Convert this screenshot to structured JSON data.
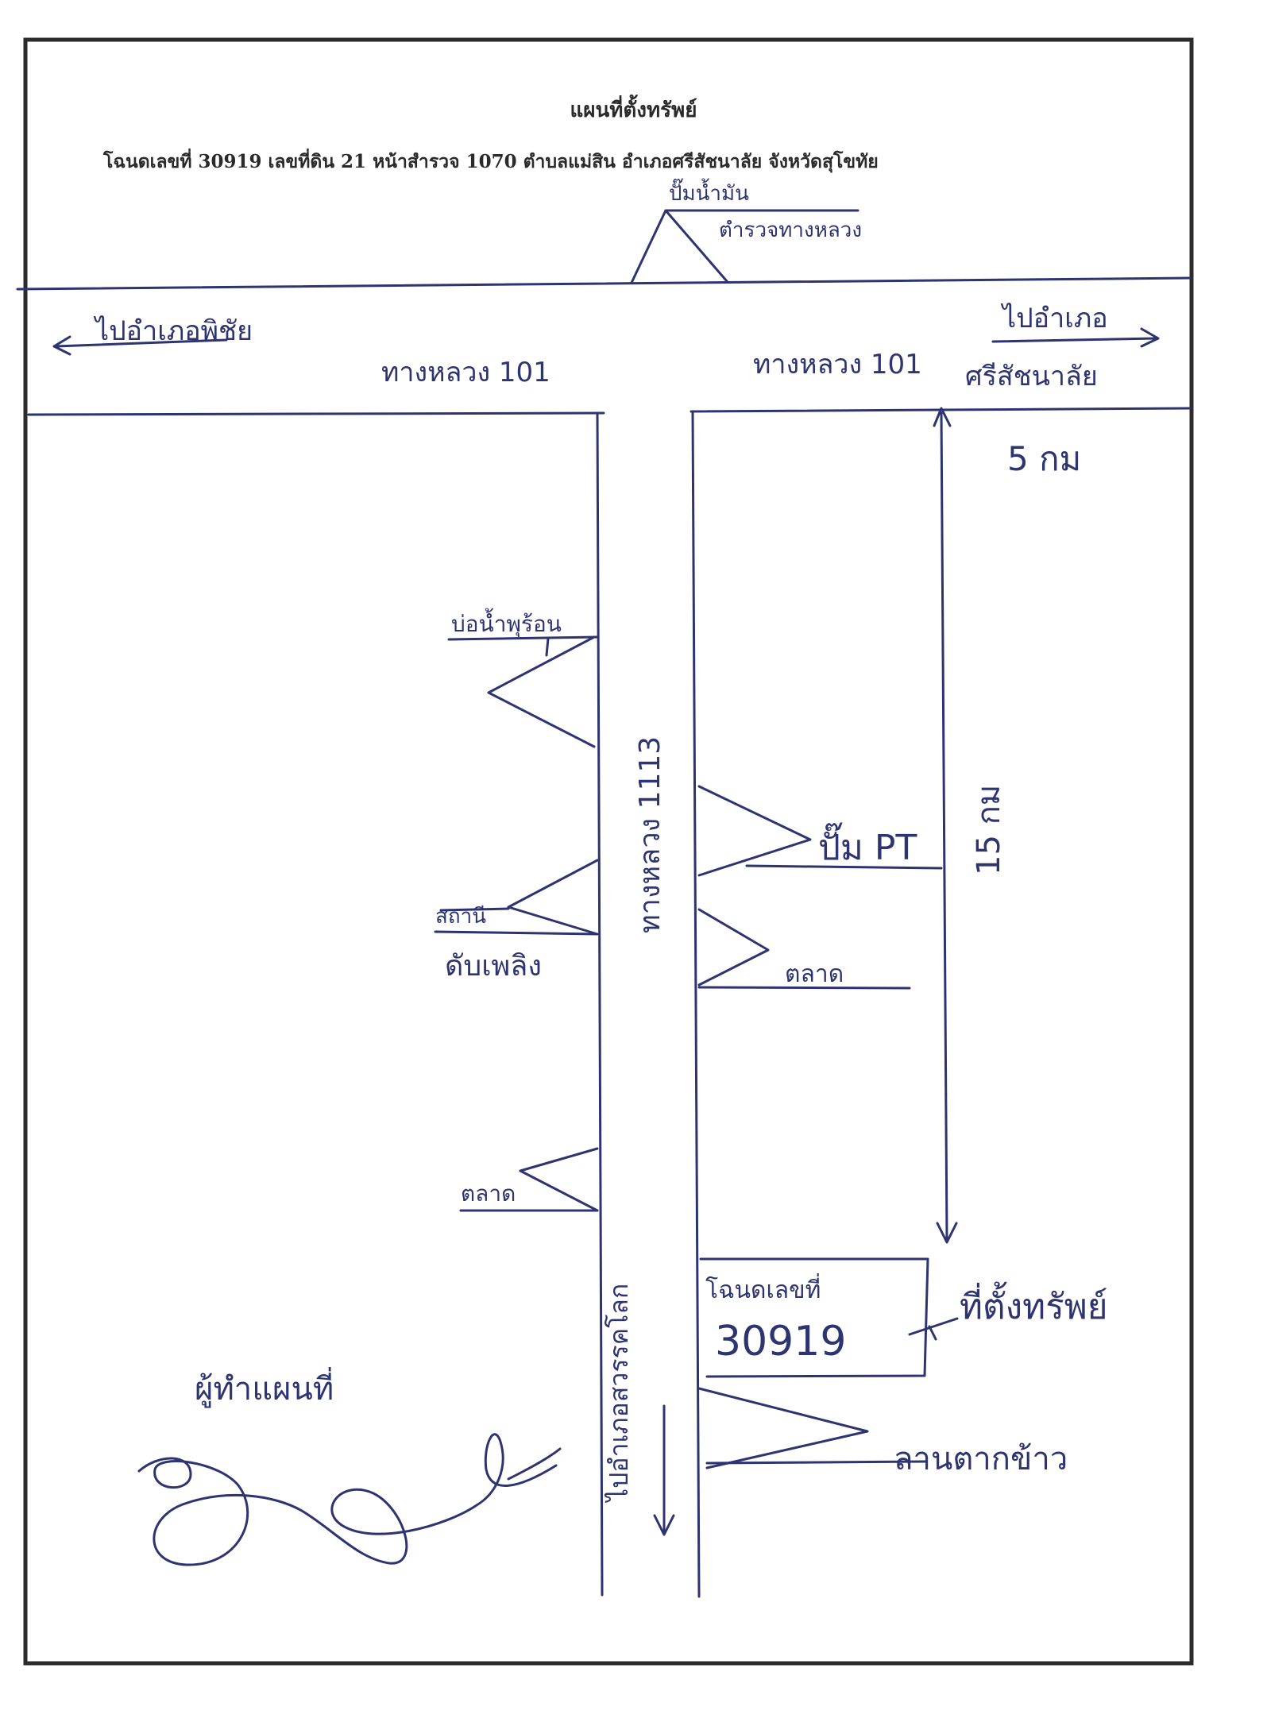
{
  "document": {
    "title": "แผนที่ตั้งทรัพย์",
    "deed_line": "โฉนดเลขที่ 30919 เลขที่ดิน 21 หน้าสำรวจ 1070 ตำบลแม่สิน อำเภอศรีสัชนาลัย จังหวัดสุโขทัย"
  },
  "handwritten": {
    "landmark_top": "ปั๊มน้ำมัน",
    "landmark_top_sub": "ตำรวจทางหลวง",
    "direction_left": "ไปอำเภอพิชัย",
    "direction_right_1": "ไปอำเภอ",
    "direction_right_2": "ศรีสัชนาลัย",
    "highway_left": "ทางหลวง 101",
    "highway_right": "ทางหลวง 101",
    "distance_top": "5 กม",
    "distance_side": "15 กม",
    "landmark_left_1": "บ่อน้ำพุร้อน",
    "landmark_left_2a": "สถานี",
    "landmark_left_2b": "ดับเพลิง",
    "landmark_left_3": "ตลาด",
    "road_vertical": "ทางหลวง 1113",
    "landmark_right_1": "ปั๊ม PT",
    "landmark_right_2": "ตลาด",
    "parcel_label": "โฉนดเลขที่",
    "parcel_number": "30919",
    "property_label": "ที่ตั้งทรัพย์",
    "direction_bottom": "ไปอำเภอสวรรคโลก",
    "landmark_bottom": "ลานตากข้าว",
    "surveyor": "ผู้ทำแผนที่"
  },
  "colors": {
    "ink": "#2e3470",
    "frame": "#2b2b2b",
    "print": "#2a2a2a"
  },
  "icons": {
    "signature": "handwritten-signature"
  }
}
